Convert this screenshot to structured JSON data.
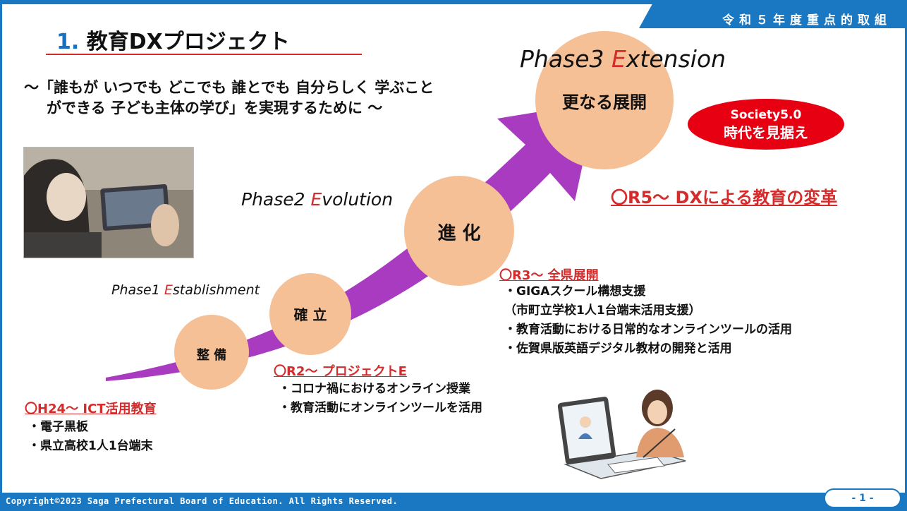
{
  "header": {
    "priority_tag": "令和５年度重点的取組",
    "title_number": "1.",
    "title_text": "教育DXプロジェクト"
  },
  "subtitle": {
    "line1": "～「誰もが いつでも どこでも 誰とでも 自分らしく 学ぶこと",
    "line2": "ができる 子ども主体の学び」を実現するために ～"
  },
  "phases": [
    {
      "prefix": "Phase1 ",
      "e": "E",
      "rest": "stablishment"
    },
    {
      "prefix": "Phase2 ",
      "e": "E",
      "rest": "volution"
    },
    {
      "prefix": "Phase3 ",
      "e": "E",
      "rest": "xtension"
    }
  ],
  "circles": {
    "c1": "整 備",
    "c2": "確 立",
    "c3": "進 化",
    "c4": "更なる展開"
  },
  "sections": {
    "h24": {
      "heading": "〇H24～ ICT活用教育",
      "items": [
        "・電子黒板",
        "・県立高校1人1台端末"
      ]
    },
    "r2": {
      "heading": "〇R2～ プロジェクトE",
      "items": [
        "・コロナ禍におけるオンライン授業",
        "・教育活動にオンラインツールを活用"
      ]
    },
    "r3": {
      "heading": "〇R3～ 全県展開",
      "items": [
        "・GIGAスクール構想支援",
        "（市町立学校1人1台端末活用支援）",
        "・教育活動における日常的なオンラインツールの活用",
        "・佐賀県版英語デジタル教材の開発と活用"
      ]
    },
    "r5": {
      "heading": "〇R5～ DXによる教育の変革"
    }
  },
  "badge": {
    "line1": "Society5.0",
    "line2": "時代を見据え"
  },
  "footer": {
    "copyright": "Copyright©2023 Saga Prefectural Board of Education. All Rights Reserved.",
    "page": "- 1 -"
  },
  "colors": {
    "brand_blue": "#1a78c2",
    "accent_red": "#d62b2b",
    "arrow_purple": "#a83bbf",
    "circle_peach": "#f5c096",
    "badge_red": "#e60012"
  }
}
